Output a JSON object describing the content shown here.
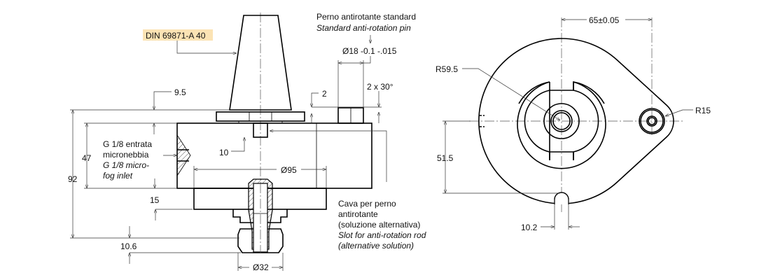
{
  "labels": {
    "din": "DIN 69871-A 40",
    "pin_it": "Perno antirotante standard",
    "pin_en": "Standard anti-rotation pin",
    "pin_dia": "Ø18 -0.1 -.015",
    "chamfer": "2 x 30°",
    "dim_2": "2",
    "dim_9_5": "9.5",
    "dim_10": "10",
    "dim_47": "47",
    "dim_92": "92",
    "dim_15": "15",
    "dim_10_6": "10.6",
    "dim_95": "Ø95",
    "dim_32": "Ø32",
    "inlet_it_1": "G 1/8 entrata",
    "inlet_it_2": "micronebbia",
    "inlet_en_1": "G 1/8 micro-",
    "inlet_en_2": "fog inlet",
    "slot_it_1": "Cava per perno",
    "slot_it_2": "antirotante",
    "slot_it_3": "(soluzione alternativa)",
    "slot_en_1": "Slot for anti-rotation rod",
    "slot_en_2": "(alternative solution)",
    "dim_65": "65±0.05",
    "dim_r59_5": "R59.5",
    "dim_r15": "R15",
    "dim_51_5": "51.5",
    "dim_10_2": "10.2"
  },
  "colors": {
    "highlight": "#fbe3b4"
  }
}
